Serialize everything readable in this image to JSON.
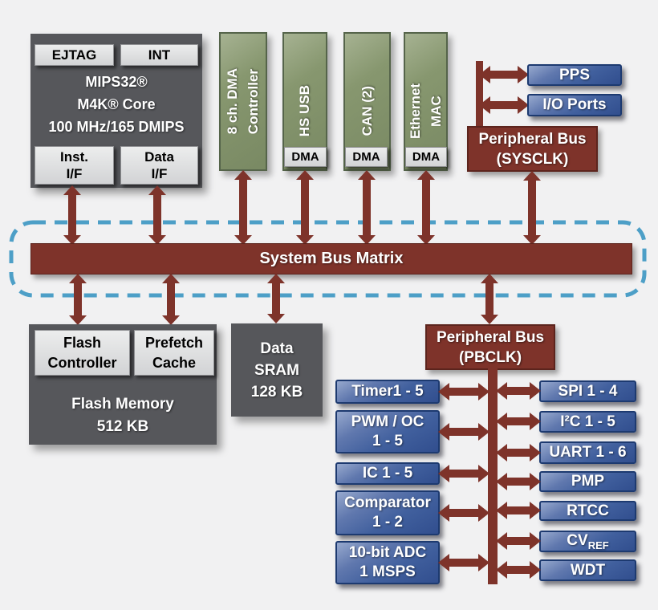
{
  "core": {
    "ejtag": "EJTAG",
    "int": "INT",
    "title": "MIPS32®\nM4K® Core\n100 MHz/165 DMIPS",
    "inst_if": "Inst.\nI/F",
    "data_if": "Data\nI/F"
  },
  "top_peripherals": [
    {
      "label": "8 ch. DMA\nController"
    },
    {
      "label": "HS USB",
      "dma": "DMA"
    },
    {
      "label": "CAN (2)",
      "dma": "DMA"
    },
    {
      "label": "Ethernet\nMAC",
      "dma": "DMA"
    }
  ],
  "sysclk_bus": {
    "label": "Peripheral Bus\n(SYSCLK)",
    "pps": "PPS",
    "io_ports": "I/O Ports"
  },
  "system_bus": {
    "label": "System Bus Matrix"
  },
  "memory": {
    "flash_controller": "Flash\nController",
    "prefetch_cache": "Prefetch\nCache",
    "flash_memory": "Flash Memory\n512 KB",
    "data_sram": "Data\nSRAM\n128 KB"
  },
  "pbclk_bus": {
    "label": "Peripheral Bus\n(PBCLK)"
  },
  "left_peripherals": [
    {
      "label": "Timer1 - 5"
    },
    {
      "label": "PWM / OC\n1 - 5"
    },
    {
      "label": "IC 1 - 5"
    },
    {
      "label": "Comparator\n1 - 2"
    },
    {
      "label": "10-bit ADC\n1 MSPS"
    }
  ],
  "right_peripherals": [
    {
      "label": "SPI 1 - 4"
    },
    {
      "label": "I²C 1 - 5"
    },
    {
      "label": "UART 1 - 6"
    },
    {
      "label": "PMP"
    },
    {
      "label": "RTCC"
    },
    {
      "label": "CV",
      "sub": "REF"
    },
    {
      "label": "WDT"
    }
  ],
  "colors": {
    "bus_red": "#7E332A",
    "peripheral_green": "#87976F",
    "module_blue": "#41609E",
    "core_gray": "#56575B",
    "sub_block_gray": "#D7D8DA",
    "boundary_dashed_blue": "#4D9FC7",
    "background": "#F1F1F2"
  }
}
